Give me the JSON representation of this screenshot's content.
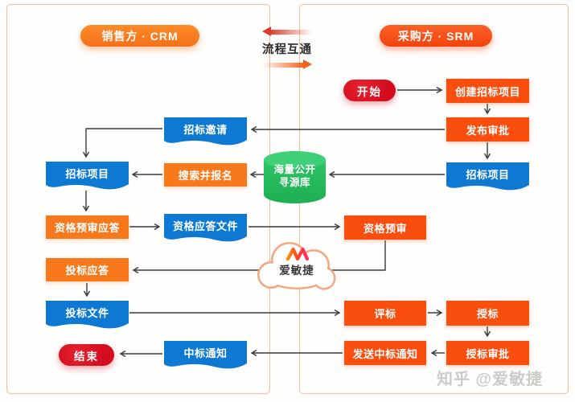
{
  "left_panel": {
    "title": "销售方 · CRM"
  },
  "right_panel": {
    "title": "采购方 · SRM"
  },
  "interchange": {
    "label": "流程互通"
  },
  "nodes": {
    "start": "开始",
    "create_tender_project": "创建招标项目",
    "publish_approval": "发布审批",
    "tender_project_right": "招标项目",
    "tender_invitation": "招标邀请",
    "tender_project_left": "招标项目",
    "search_and_register": "搜索并报名",
    "prequalification_response": "资格预审应答",
    "qualification_response_file": "资格应答文件",
    "prequalification": "资格预审",
    "bid_response": "投标应答",
    "bid_file": "投标文件",
    "bid_evaluation": "评标",
    "award": "授标",
    "award_approval": "授标审批",
    "send_award_notice": "发送中标通知",
    "award_notice": "中标通知",
    "end": "结束"
  },
  "cylinder": {
    "line1": "海量公开",
    "line2": "寻源库"
  },
  "cloud": {
    "brand": "爱敏捷"
  },
  "watermark": {
    "text": "知乎 @爱敏捷"
  },
  "colors": {
    "left_orange": "#f8791c",
    "right_orange": "#f94e0e",
    "blue": "#0e79d2",
    "red": "#d60e1f",
    "green": "#29bd5e",
    "line": "#3a3a3a",
    "panel_border": "#f3bda0"
  }
}
